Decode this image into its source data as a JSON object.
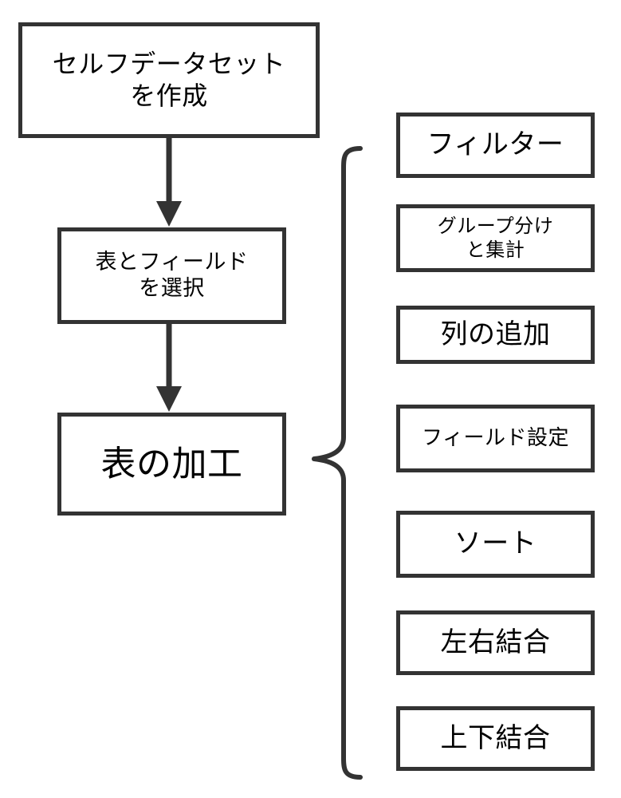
{
  "diagram": {
    "title": "",
    "colors": {
      "box_border": "#333333",
      "box_fill": "#ffffff",
      "arrow": "#333333",
      "brace": "#333333",
      "text": "#000000"
    },
    "flow": {
      "steps": [
        {
          "id": "create-dataset",
          "label": "セルフデータセット\nを作成"
        },
        {
          "id": "select-table-field",
          "label": "表とフィールド\nを選択"
        },
        {
          "id": "process-table",
          "label": "表の加工"
        }
      ],
      "connectors": [
        {
          "id": "arrow-create-to-select",
          "from": "create-dataset",
          "to": "select-table-field",
          "kind": "arrow-down"
        },
        {
          "id": "arrow-select-to-process",
          "from": "select-table-field",
          "to": "process-table",
          "kind": "arrow-down"
        }
      ],
      "brace": {
        "id": "operations-brace",
        "attached_to": "process-table",
        "kind": "curly-brace-right"
      }
    },
    "operations": [
      {
        "id": "filter",
        "label": "フィルター"
      },
      {
        "id": "group-and-aggregate",
        "label": "グループ分け\nと集計"
      },
      {
        "id": "add-column",
        "label": "列の追加"
      },
      {
        "id": "field-settings",
        "label": "フィールド設定"
      },
      {
        "id": "sort",
        "label": "ソート"
      },
      {
        "id": "join-horizontal",
        "label": "左右結合"
      },
      {
        "id": "join-vertical",
        "label": "上下結合"
      }
    ]
  }
}
